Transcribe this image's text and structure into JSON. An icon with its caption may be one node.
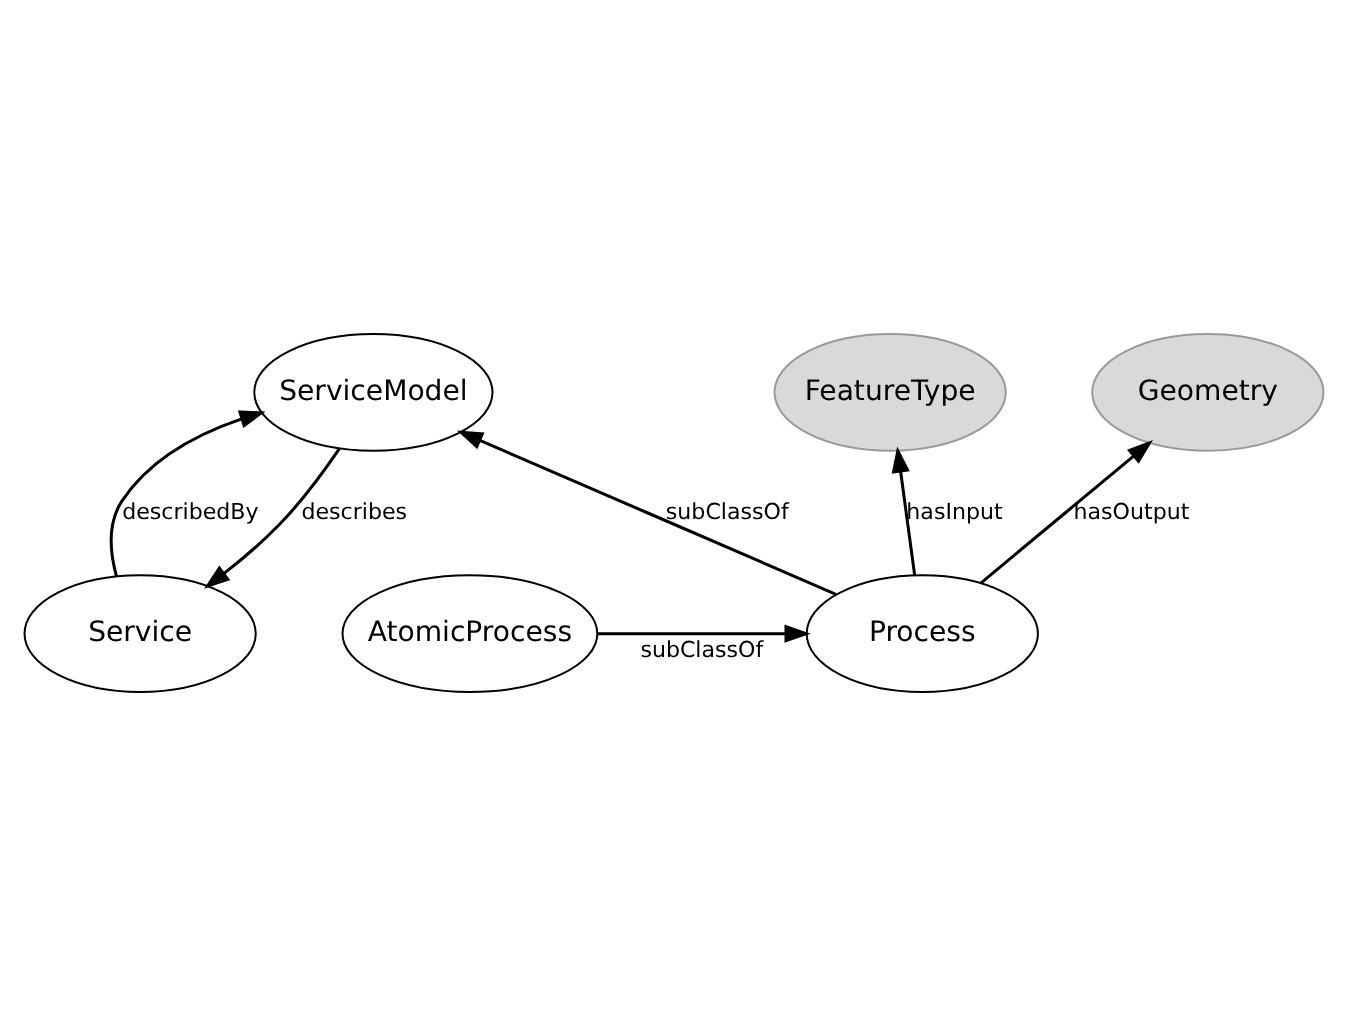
{
  "diagram": {
    "nodes": [
      {
        "text": [
          "Service"
        ]
      },
      {
        "text": [
          "ServiceModel"
        ]
      },
      {
        "text": [
          "FeatureType"
        ]
      },
      {
        "text": [
          "Geometry"
        ]
      },
      {
        "text": [
          "Process"
        ]
      },
      {
        "text": [
          "AtomicProcess"
        ]
      }
    ],
    "edges": [
      {
        "from": 1,
        "to": 0,
        "arrow": "to",
        "label": "describes"
      },
      {
        "from": 0,
        "to": 1,
        "arrow": "to",
        "label": "describedBy"
      },
      {
        "from": 4,
        "to": 1,
        "arrow": "to",
        "label": "subClassOf"
      },
      {
        "from": 4,
        "to": 2,
        "arrow": "to",
        "label": "hasInput"
      },
      {
        "from": 4,
        "to": 3,
        "arrow": "to",
        "label": "hasOutput"
      },
      {
        "from": 5,
        "to": 4,
        "arrow": "to",
        "label": "subClassOf"
      }
    ]
  }
}
